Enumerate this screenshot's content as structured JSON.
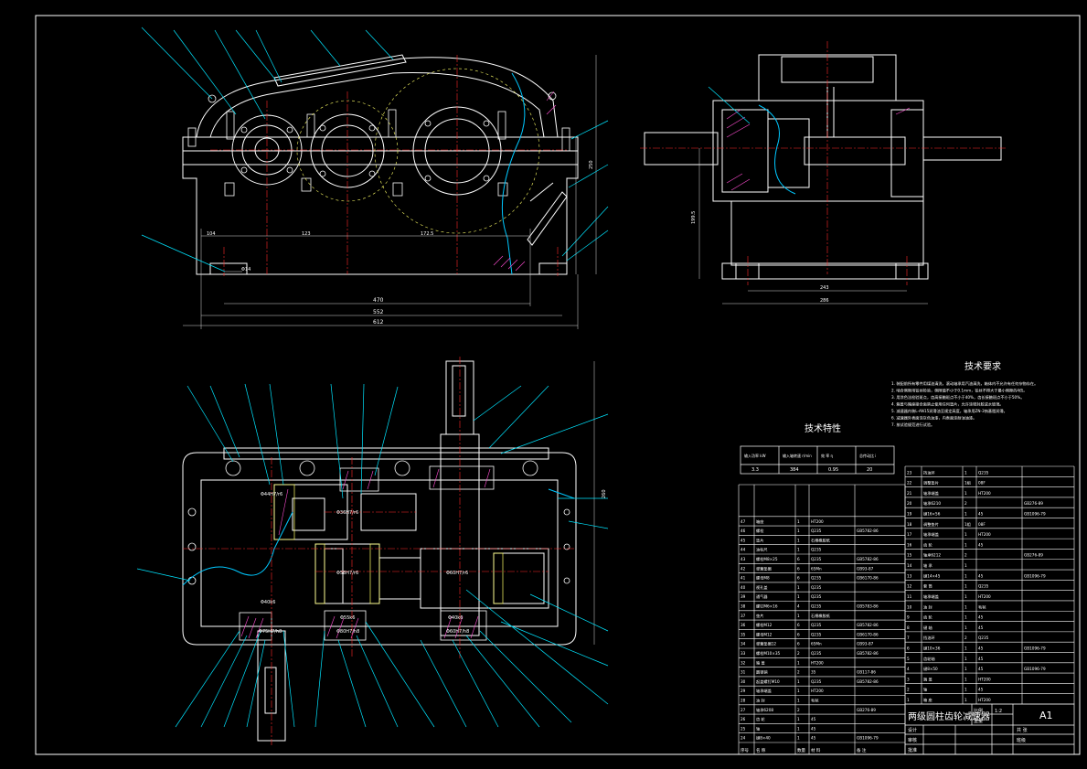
{
  "colors": {
    "background": "#000000",
    "outline": "#ffffff",
    "centerline": "#ff2a2a",
    "leader": "#00e5ff",
    "break_line": "#00c8ff",
    "gear_accent": "#ffff66",
    "hatch": "#ff4dd2",
    "dim": "#d8d8d8"
  },
  "front_view": {
    "dims": {
      "d104": "104",
      "d123": "123",
      "d172": "172.5",
      "d470": "470",
      "d552": "552",
      "d612": "612",
      "hole": "Φ14"
    }
  },
  "side_view": {
    "dims": {
      "w243": "243",
      "w286": "286",
      "h_left": "199.5",
      "h_right": "250"
    }
  },
  "plan_view": {
    "fits": {
      "f1": "Φ44H7/r6",
      "f2": "Φ36H7/r6",
      "f3": "Φ58H7/r6",
      "f4": "Φ60H7/r6",
      "f5": "Φ40k6",
      "f6": "Φ55k6",
      "f7": "Φ40k6",
      "f8": "Φ75H7/h8",
      "f9": "Φ80H7/h8",
      "f10": "Φ60H7/h8"
    },
    "dim_right": "260"
  },
  "tech_requirements": {
    "title": "技术要求",
    "lines": [
      "1. 装配前所有零件用煤油清洗，滚动轴承用汽油清洗，箱体内不允许有任何杂物存在。",
      "2. 啮合侧隙用铅丝检验，侧隙值不小于0.1mm，铅丝不得大于最小侧隙的4倍。",
      "3. 用涂色法检验斑点，齿高接触斑点不小于40%，齿长接触斑点不小于50%。",
      "4. 箱盖与箱座接合面禁止使用任何垫片，允许涂密封胶或水玻璃。",
      "5. 减速器内装L-AN15润滑油至规定高度，轴承用ZN-3钠基脂润滑。",
      "6. 减速器外表面涂灰色油漆，内表面涂耐油油漆。",
      "7. 按试验规范进行试验。"
    ]
  },
  "tech_characteristics": {
    "title": "技术特性",
    "headers": [
      "输入功率 kW",
      "输入轴转速 r/min",
      "效 率 η",
      "总传动比 i"
    ],
    "values": [
      "3.3",
      "384",
      "0.95",
      "20"
    ]
  },
  "drawing_title": "两级圆柱齿轮减速器",
  "sheet_size": "A1",
  "bom_left": [
    {
      "no": "47",
      "name": "箱座",
      "qty": "1",
      "mat": "HT200",
      "std": ""
    },
    {
      "no": "46",
      "name": "螺栓",
      "qty": "1",
      "mat": "Q235",
      "std": "GB5782-86"
    },
    {
      "no": "45",
      "name": "垫片",
      "qty": "1",
      "mat": "石棉橡胶纸",
      "std": ""
    },
    {
      "no": "44",
      "name": "油标尺",
      "qty": "1",
      "mat": "Q235",
      "std": ""
    },
    {
      "no": "43",
      "name": "螺栓M8×25",
      "qty": "6",
      "mat": "Q235",
      "std": "GB5782-86"
    },
    {
      "no": "42",
      "name": "弹簧垫圈",
      "qty": "6",
      "mat": "65Mn",
      "std": "GB93-87"
    },
    {
      "no": "41",
      "name": "螺母M8",
      "qty": "6",
      "mat": "Q235",
      "std": "GB6170-86"
    },
    {
      "no": "40",
      "name": "视孔盖",
      "qty": "1",
      "mat": "Q235",
      "std": ""
    },
    {
      "no": "39",
      "name": "通气器",
      "qty": "1",
      "mat": "Q235",
      "std": ""
    },
    {
      "no": "38",
      "name": "螺钉M6×16",
      "qty": "4",
      "mat": "Q235",
      "std": "GB5783-86"
    },
    {
      "no": "37",
      "name": "垫片",
      "qty": "1",
      "mat": "石棉橡胶纸",
      "std": ""
    },
    {
      "no": "36",
      "name": "螺栓M12",
      "qty": "6",
      "mat": "Q235",
      "std": "GB5782-86"
    },
    {
      "no": "35",
      "name": "螺母M12",
      "qty": "6",
      "mat": "Q235",
      "std": "GB6170-86"
    },
    {
      "no": "34",
      "name": "弹簧垫圈12",
      "qty": "6",
      "mat": "65Mn",
      "std": "GB93-87"
    },
    {
      "no": "33",
      "name": "螺栓M10×35",
      "qty": "2",
      "mat": "Q235",
      "std": "GB5782-86"
    },
    {
      "no": "32",
      "name": "箱 盖",
      "qty": "1",
      "mat": "HT200",
      "std": ""
    },
    {
      "no": "31",
      "name": "圆锥销",
      "qty": "2",
      "mat": "35",
      "std": "GB117-86"
    },
    {
      "no": "30",
      "name": "起盖螺钉M10",
      "qty": "1",
      "mat": "Q235",
      "std": "GB5782-86"
    },
    {
      "no": "29",
      "name": "轴承端盖",
      "qty": "1",
      "mat": "HT200",
      "std": ""
    },
    {
      "no": "28",
      "name": "油 封",
      "qty": "1",
      "mat": "毛毡",
      "std": ""
    },
    {
      "no": "27",
      "name": "轴承6208",
      "qty": "2",
      "mat": "",
      "std": "GB276-89"
    },
    {
      "no": "26",
      "name": "齿 轮",
      "qty": "1",
      "mat": "45",
      "std": ""
    },
    {
      "no": "25",
      "name": "轴",
      "qty": "1",
      "mat": "45",
      "std": ""
    },
    {
      "no": "24",
      "name": "键8×40",
      "qty": "1",
      "mat": "45",
      "std": "GB1096-79"
    }
  ],
  "bom_right": [
    {
      "no": "23",
      "name": "挡油环",
      "qty": "1",
      "mat": "Q235",
      "std": ""
    },
    {
      "no": "22",
      "name": "调整垫片",
      "qty": "1组",
      "mat": "08F",
      "std": ""
    },
    {
      "no": "21",
      "name": "轴承端盖",
      "qty": "1",
      "mat": "HT200",
      "std": ""
    },
    {
      "no": "20",
      "name": "轴承6210",
      "qty": "2",
      "mat": "",
      "std": "GB276-89"
    },
    {
      "no": "19",
      "name": "键16×56",
      "qty": "1",
      "mat": "45",
      "std": "GB1096-79"
    },
    {
      "no": "18",
      "name": "调整垫片",
      "qty": "1组",
      "mat": "08F",
      "std": ""
    },
    {
      "no": "17",
      "name": "轴承端盖",
      "qty": "1",
      "mat": "HT200",
      "std": ""
    },
    {
      "no": "16",
      "name": "齿 轮",
      "qty": "1",
      "mat": "45",
      "std": ""
    },
    {
      "no": "15",
      "name": "轴承6212",
      "qty": "2",
      "mat": "",
      "std": "GB276-89"
    },
    {
      "no": "14",
      "name": "轴 承",
      "qty": "1",
      "mat": "",
      "std": ""
    },
    {
      "no": "13",
      "name": "键14×45",
      "qty": "1",
      "mat": "45",
      "std": "GB1096-79"
    },
    {
      "no": "12",
      "name": "套 筒",
      "qty": "1",
      "mat": "Q235",
      "std": ""
    },
    {
      "no": "11",
      "name": "轴承端盖",
      "qty": "1",
      "mat": "HT200",
      "std": ""
    },
    {
      "no": "10",
      "name": "油 封",
      "qty": "1",
      "mat": "毛毡",
      "std": ""
    },
    {
      "no": "9",
      "name": "齿 轮",
      "qty": "1",
      "mat": "45",
      "std": ""
    },
    {
      "no": "8",
      "name": "键 轴",
      "qty": "1",
      "mat": "45",
      "std": ""
    },
    {
      "no": "7",
      "name": "挡油环",
      "qty": "2",
      "mat": "Q235",
      "std": ""
    },
    {
      "no": "6",
      "name": "键10×36",
      "qty": "1",
      "mat": "45",
      "std": "GB1096-79"
    },
    {
      "no": "5",
      "name": "齿轮轴",
      "qty": "1",
      "mat": "45",
      "std": ""
    },
    {
      "no": "4",
      "name": "键8×50",
      "qty": "1",
      "mat": "45",
      "std": "GB1096-79"
    },
    {
      "no": "3",
      "name": "端 盖",
      "qty": "1",
      "mat": "HT200",
      "std": ""
    },
    {
      "no": "2",
      "name": "轴",
      "qty": "1",
      "mat": "45",
      "std": ""
    },
    {
      "no": "1",
      "name": "箱 座",
      "qty": "1",
      "mat": "HT200",
      "std": ""
    }
  ],
  "bom_header": [
    "序号",
    "名 称",
    "数量",
    "材 料",
    "备 注"
  ],
  "title_block": {
    "draw": "设计",
    "check": "审核",
    "scale_label": "比例",
    "scale": "1:2",
    "weight": "重量",
    "approve": "批准",
    "sheets": "共 张",
    "school": "班级"
  }
}
